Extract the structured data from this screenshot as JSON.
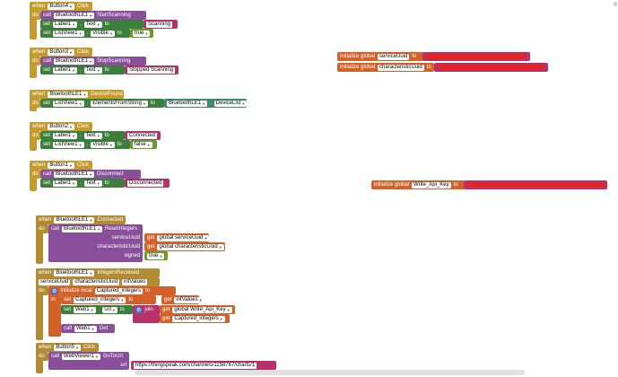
{
  "blocks": {
    "b4": {
      "when": "when",
      "comp": "Button4",
      "event": "Click",
      "do": "do",
      "call": "call",
      "comp2": "BluetoothLE1",
      "method": "StartScanning",
      "set1": "set",
      "label1": "Label1",
      "prop1": "Text",
      "to": "to",
      "val1": "Scanning",
      "set2": "set",
      "list": "ListView1",
      "prop2": "Visible",
      "val2": "true"
    },
    "b3": {
      "when": "when",
      "comp": "Button3",
      "event": "Click",
      "do": "do",
      "call": "call",
      "comp2": "BluetoothLE1",
      "method": "StopScanning",
      "set": "set",
      "label": "Label1",
      "prop": "Text",
      "to": "to",
      "val": "Stopped Scanning"
    },
    "dev": {
      "when": "when",
      "comp": "BluetoothLE1",
      "event": "DeviceFound",
      "do": "do",
      "set": "set",
      "list": "ListView1",
      "prop": "ElementsFromString",
      "to": "to",
      "comp2": "BluetoothLE1",
      "prop2": "DeviceList"
    },
    "b2": {
      "when": "when",
      "comp": "Button2",
      "event": "Click",
      "do": "do",
      "set1": "set",
      "label": "Label1",
      "prop1": "Text",
      "to": "to",
      "val1": "Connected",
      "set2": "set",
      "list": "ListView1",
      "prop2": "Visible",
      "val2": "false"
    },
    "b1": {
      "when": "when",
      "comp": "Button1",
      "event": "Click",
      "do": "do",
      "call": "call",
      "comp2": "BluetoothLE1",
      "method": "Disconnect",
      "set": "set",
      "label": "Label1",
      "prop": "Text",
      "to": "to",
      "val": "Disconnected"
    },
    "globals": {
      "init": "initialize global",
      "g1": "serviceUuid",
      "g2": "characteristicUuid",
      "g3": "Write_Api_Key",
      "to": "to"
    },
    "conn": {
      "when": "when",
      "comp": "BluetoothLE1",
      "event": "Connected",
      "do": "do",
      "call": "call",
      "comp2": "BluetoothLE1",
      "method": "ReadIntegers",
      "p1": "serviceUuid",
      "p2": "characteristicUuid",
      "p3": "signed",
      "get": "get",
      "gv1": "global serviceUuid",
      "gv2": "global characteristicUuid",
      "tv": "true"
    },
    "ir": {
      "when": "when",
      "comp": "BluetoothLE1",
      "event": "IntegersReceived",
      "a1": "serviceUuid",
      "a2": "characteristicUuid",
      "a3": "intValues",
      "do": "do",
      "init": "initialize local",
      "local": "Captured_integers",
      "to": "to",
      "get": "get",
      "gv": "intValues",
      "in": "in",
      "set": "set",
      "lv": "Captured_integers",
      "set2": "set",
      "web": "Web1",
      "prop": "Url",
      "join": "join",
      "gj1": "global Write_Api_Key",
      "gj2": "Captured_integers",
      "call": "call",
      "web2": "Web1",
      "method": "Get"
    },
    "b5": {
      "when": "when",
      "comp": "Button5",
      "event": "Click",
      "do": "do",
      "call": "call",
      "comp2": "WebViewer1",
      "method": "GoToUrl",
      "url": "url",
      "val": "https://thingspeak.com/channels/1158767/charts/1"
    }
  }
}
